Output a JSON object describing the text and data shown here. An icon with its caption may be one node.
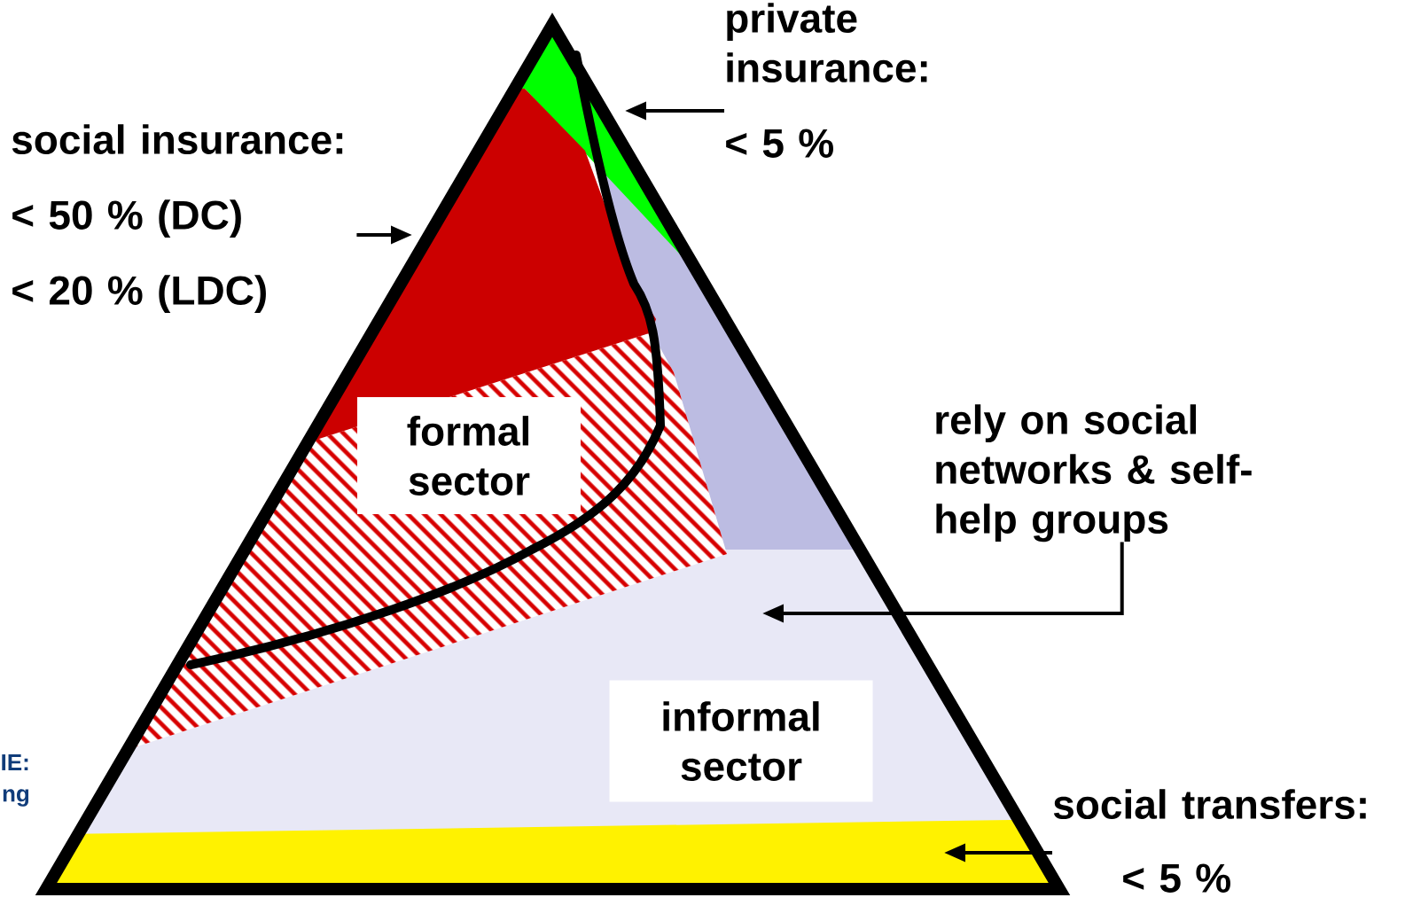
{
  "diagram": {
    "nodes": [
      {
        "text": [
          "social insurance:",
          "< 50 % (DC)",
          "< 20 % (LDC)"
        ]
      },
      {
        "text": [
          "private insurance:",
          "< 5 %"
        ]
      },
      {
        "text": [
          "formal sector"
        ]
      },
      {
        "text": [
          "informal sector"
        ]
      },
      {
        "text": [
          "rely on social networks & self-help groups"
        ]
      },
      {
        "text": [
          "social transfers:",
          "< 5 %"
        ]
      }
    ],
    "edges": [
      {
        "from": 0,
        "to": null,
        "arrow": "to"
      },
      {
        "from": 1,
        "to": null,
        "arrow": "to"
      },
      {
        "from": 4,
        "to": null,
        "arrow": "to"
      },
      {
        "from": 5,
        "to": null,
        "arrow": "to"
      }
    ],
    "labels": [
      "IE:",
      "ng"
    ]
  }
}
